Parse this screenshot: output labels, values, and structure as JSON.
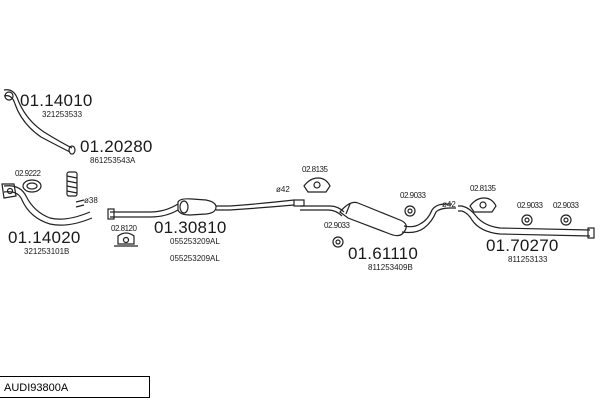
{
  "diagram": {
    "model_code": "AUDI93800A",
    "parts": [
      {
        "part_no": "01.14010",
        "oem": "321253533"
      },
      {
        "part_no": "01.20280",
        "oem": "861253543A"
      },
      {
        "part_no": "01.14020",
        "oem": "321253101B"
      },
      {
        "part_no": "01.30810",
        "oem": "055253209AL",
        "oem_alt": "055253209AL"
      },
      {
        "part_no": "01.61110",
        "oem": "811253409B"
      },
      {
        "part_no": "01.70270",
        "oem": "811253133"
      }
    ],
    "accessories": [
      {
        "code": "02.9222"
      },
      {
        "code": "02.8120"
      },
      {
        "code": "02.8135"
      },
      {
        "code": "02.9033"
      },
      {
        "code": "02.9033"
      },
      {
        "code": "02.8135"
      },
      {
        "code": "02.9033"
      },
      {
        "code": "02.9033"
      }
    ],
    "diameters": [
      {
        "text": "ø38"
      },
      {
        "text": "ø42"
      },
      {
        "text": "ø42"
      }
    ]
  }
}
